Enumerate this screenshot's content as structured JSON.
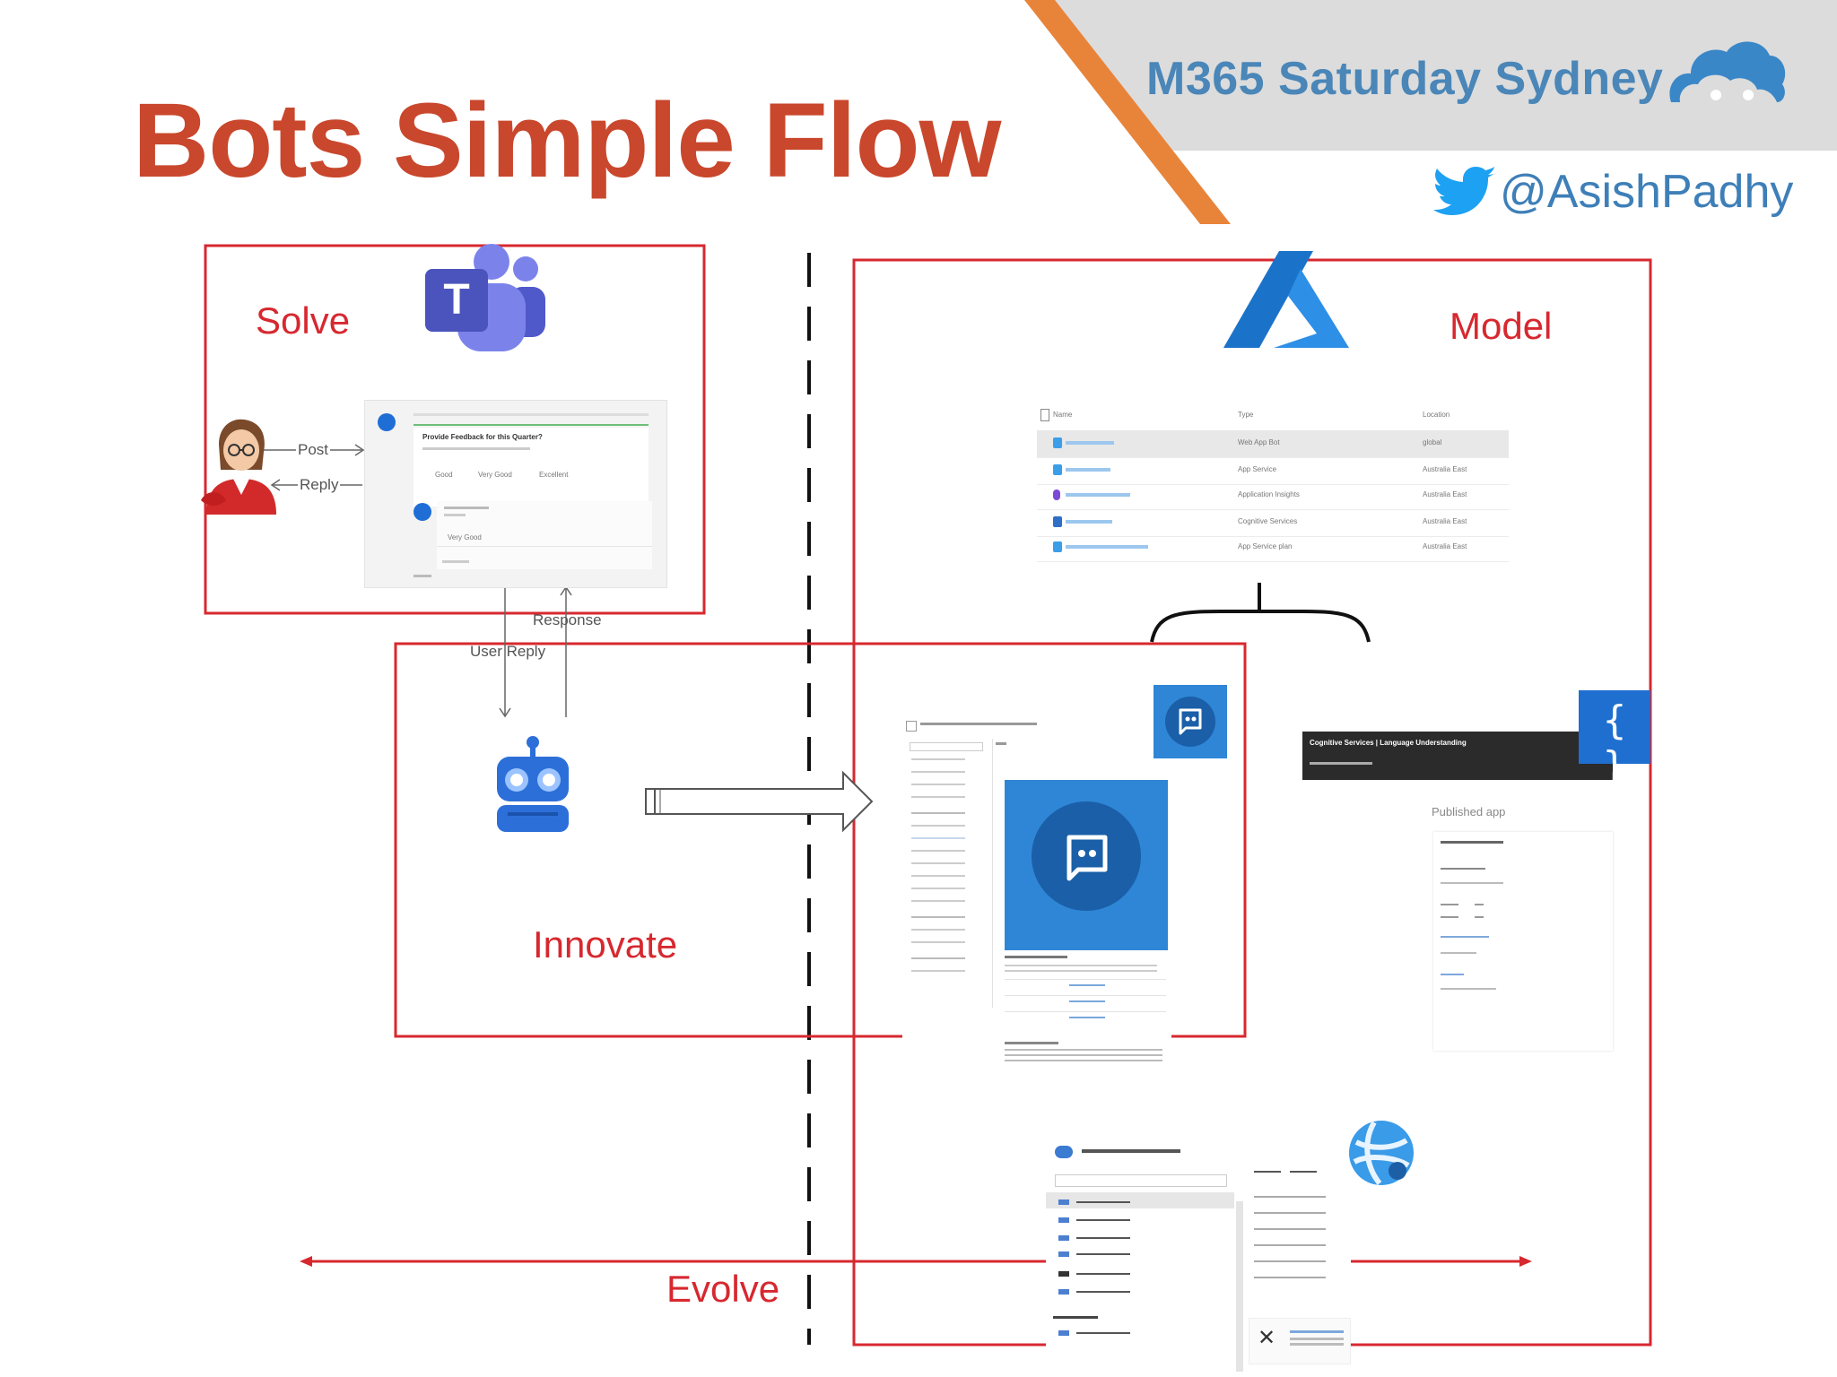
{
  "slide": {
    "title": "Bots Simple Flow",
    "event": "M365 Saturday Sydney",
    "twitter_handle": "@AsishPadhy"
  },
  "zones": {
    "solve": "Solve",
    "model": "Model",
    "innovate": "Innovate",
    "evolve": "Evolve"
  },
  "flow_labels": {
    "post": "Post",
    "reply": "Reply",
    "response": "Response",
    "user_reply": "User Reply"
  },
  "teams_card": {
    "question": "Provide Feedback for this Quarter?",
    "options": [
      "Good",
      "Very Good",
      "Excellent"
    ],
    "answer": "Very Good"
  },
  "resource_table": {
    "headers": [
      "Name",
      "Type",
      "Location"
    ],
    "types": [
      "Web App Bot",
      "App Service",
      "Application Insights",
      "Cognitive Services",
      "App Service plan"
    ],
    "locations": [
      "global",
      "Australia East",
      "Australia East",
      "Australia East",
      "Australia East"
    ]
  },
  "luis_panel": {
    "breadcrumb": "Cognitive Services | Language Understanding",
    "published_label": "Published app"
  },
  "colors": {
    "title": "#c9472c",
    "frame": "#d7282f",
    "event": "#4a86b8",
    "twitter": "#1da1f2",
    "banner": "#d9d9d9",
    "banner_stripe": "#e8843a"
  }
}
